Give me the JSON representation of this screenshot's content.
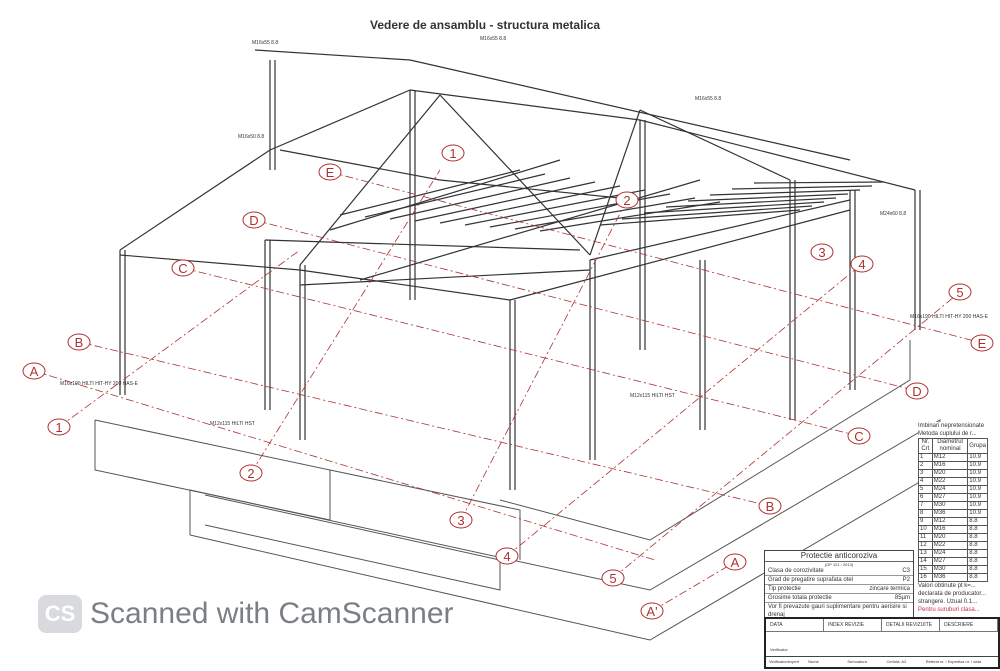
{
  "title": "Vedere de ansamblu - structura metalica",
  "axes": {
    "letters": [
      "A",
      "B",
      "C",
      "D",
      "E",
      "A'"
    ],
    "numbers": [
      "1",
      "2",
      "3",
      "4",
      "5"
    ]
  },
  "bolt_labels": [
    "M16x55 8.8",
    "M16x50 8.8",
    "M16x190 HILTI HIT-HY 200 HAS-E",
    "M12x115 HILTI HST",
    "M24x60 8.8"
  ],
  "protection": {
    "title": "Protectie anticoroziva",
    "subtitle": "(GP 121 / 2013)",
    "rows": [
      {
        "label": "Clasa de corozivitate",
        "value": "C3"
      },
      {
        "label": "Grad de pregatire suprafata otel",
        "value": "P2"
      },
      {
        "label": "Tip protectie",
        "value": "zincare termica"
      },
      {
        "label": "Grosime totala protectie",
        "value": "85µm"
      },
      {
        "label": "Vor fi prevazute gauri suplimentare pentru aerisire si drenaj",
        "value": ""
      }
    ]
  },
  "bolts_table": {
    "title": "Imbinari nepretensionate",
    "subtitle": "Metoda cuplului de r...",
    "headers": [
      "Nr. Crt",
      "Diametrul nominal",
      "Grupa"
    ],
    "rows": [
      [
        "1",
        "M12",
        "10.9"
      ],
      [
        "2",
        "M16",
        "10.9"
      ],
      [
        "3",
        "M20",
        "10.9"
      ],
      [
        "4",
        "M22",
        "10.9"
      ],
      [
        "5",
        "M24",
        "10.9"
      ],
      [
        "6",
        "M27",
        "10.9"
      ],
      [
        "7",
        "M30",
        "10.9"
      ],
      [
        "8",
        "M36",
        "10.9"
      ],
      [
        "9",
        "M12",
        "8.8"
      ],
      [
        "10",
        "M16",
        "8.8"
      ],
      [
        "11",
        "M20",
        "8.8"
      ],
      [
        "12",
        "M22",
        "8.8"
      ],
      [
        "13",
        "M24",
        "8.8"
      ],
      [
        "14",
        "M27",
        "8.8"
      ],
      [
        "15",
        "M30",
        "8.8"
      ],
      [
        "16",
        "M36",
        "8.8"
      ]
    ],
    "notes": [
      "Valori obtinute pt k=...",
      "declarata de producator...",
      "strangere. Uzual 0.1..."
    ],
    "red_note": "Pentru suruburi clasa..."
  },
  "revisions": {
    "headers": [
      "DATA",
      "INDEX REVIZIE",
      "DETALII REVIZUITE",
      "DESCRIERE"
    ],
    "verificator": "Verificator",
    "footer": [
      "Verificator/expert",
      "Nume",
      "Semnatura",
      "Cerinta: A2",
      "Referat nr. / Expertiza nr. / data"
    ]
  },
  "watermark": {
    "logo": "CS",
    "text": "Scanned with CamScanner"
  },
  "colors": {
    "axis": "#b03030",
    "line": "#333333",
    "paper": "#ffffff"
  }
}
